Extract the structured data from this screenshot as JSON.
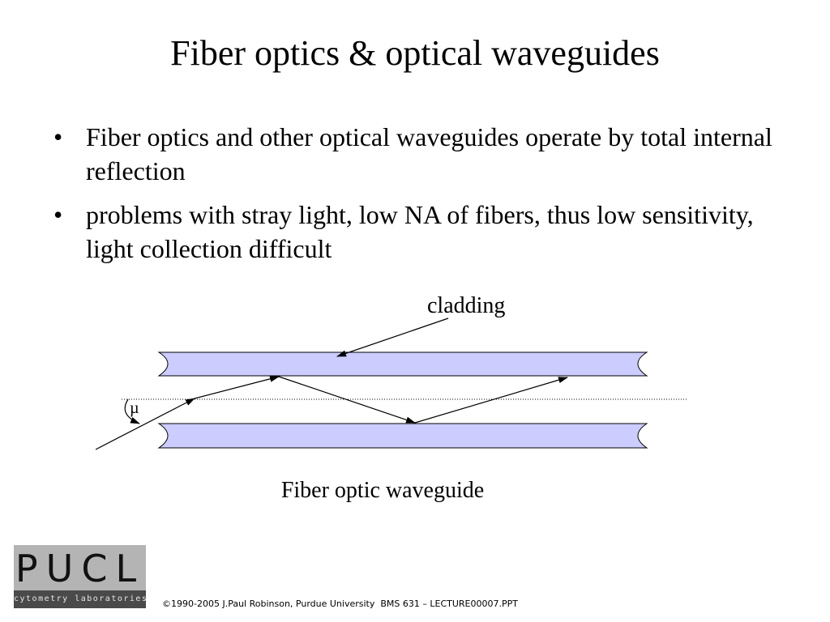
{
  "slide": {
    "title": "Fiber optics & optical waveguides",
    "bullets": [
      "Fiber optics and other optical waveguides operate by total internal reflection",
      "problems with stray light, low NA of fibers, thus low sensitivity, light collection difficult"
    ]
  },
  "diagram": {
    "cladding_label": "cladding",
    "angle_label": "µ",
    "caption": "Fiber optic waveguide",
    "cladding_color": "#ccccff"
  },
  "logo": {
    "letters": "PUCL",
    "subtitle": "cytometry laboratories"
  },
  "footer": {
    "text": "©1990-2005 J.Paul Robinson, Purdue University  BMS 631 – LECTURE00007.PPT"
  }
}
